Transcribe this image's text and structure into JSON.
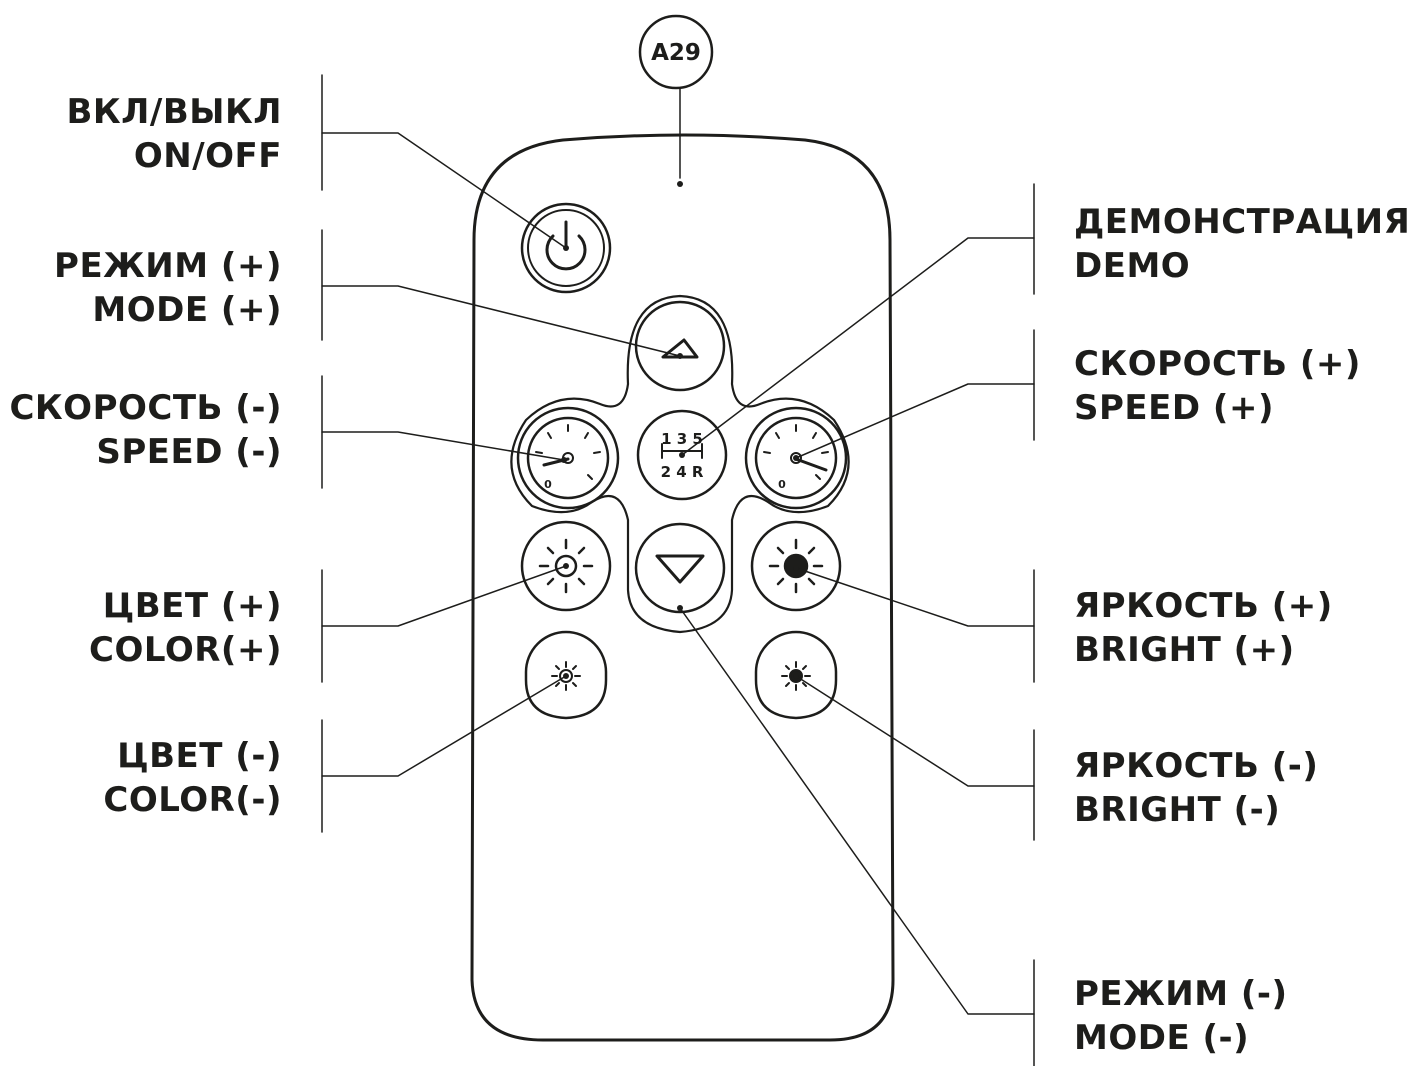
{
  "model_badge": "A29",
  "labels": {
    "power": {
      "ru": "ВКЛ/ВЫКЛ",
      "en": "ON/OFF"
    },
    "mode_plus": {
      "ru": "РЕЖИМ (+)",
      "en": "MODE (+)"
    },
    "speed_minus": {
      "ru": "СКОРОСТЬ (-)",
      "en": "SPEED (-)"
    },
    "color_plus": {
      "ru": "ЦВЕТ (+)",
      "en": "COLOR(+)"
    },
    "color_minus": {
      "ru": "ЦВЕТ (-)",
      "en": "COLOR(-)"
    },
    "demo": {
      "ru": "ДЕМОНСТРАЦИЯ",
      "en": "DEMO"
    },
    "speed_plus": {
      "ru": "СКОРОСТЬ (+)",
      "en": "SPEED (+)"
    },
    "bright_plus": {
      "ru": "ЯРКОСТЬ (+)",
      "en": "BRIGHT (+)"
    },
    "bright_minus": {
      "ru": "ЯРКОСТЬ (-)",
      "en": "BRIGHT (-)"
    },
    "mode_minus": {
      "ru": "РЕЖИМ (-)",
      "en": "MODE (-)"
    }
  },
  "demo_button_glyphs": {
    "top": "1 3 5",
    "bottom": "2 4 R"
  },
  "gauge_zero": "0",
  "colors": {
    "ink": "#1d1d1b",
    "background": "#ffffff"
  }
}
